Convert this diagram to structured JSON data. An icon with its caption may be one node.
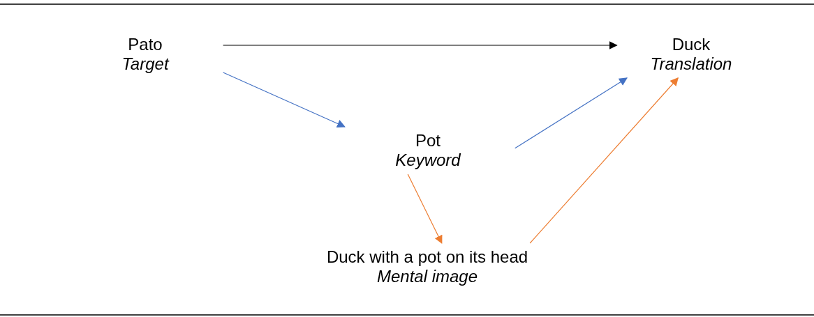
{
  "diagram": {
    "nodes": [
      {
        "text": [
          "Pato",
          "Target"
        ]
      },
      {
        "text": [
          "Duck",
          "Translation"
        ]
      },
      {
        "text": [
          "Pot",
          "Keyword"
        ]
      },
      {
        "text": [
          "Duck with a pot on its head",
          "Mental image"
        ]
      }
    ],
    "edges": [
      {
        "from": 0,
        "to": 1,
        "arrow": "to",
        "color": "#000000"
      },
      {
        "from": 0,
        "to": 2,
        "arrow": "to",
        "color": "#4472c4"
      },
      {
        "from": 2,
        "to": 1,
        "arrow": "to",
        "color": "#4472c4"
      },
      {
        "from": 2,
        "to": 3,
        "arrow": "to",
        "color": "#ed7d31"
      },
      {
        "from": 3,
        "to": 1,
        "arrow": "to",
        "color": "#ed7d31"
      }
    ]
  }
}
